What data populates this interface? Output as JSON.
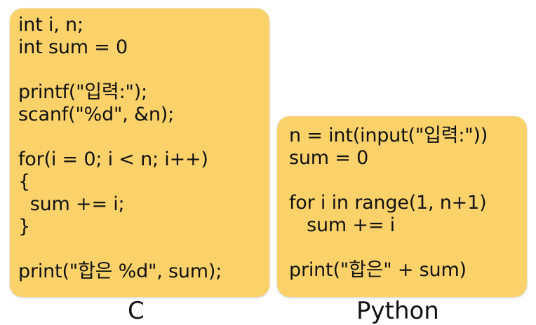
{
  "colors": {
    "panel_fill": "#fbd26a",
    "text": "#111111",
    "background": "#ffffff"
  },
  "c_panel": {
    "caption": "C",
    "lines": [
      "int i, n;",
      "int sum = 0",
      "",
      "printf(\"입력:\");",
      "scanf(\"%d\", &n);",
      "",
      "for(i = 0; i < n; i++)",
      "{",
      "  sum += i;",
      "}",
      "",
      "print(\"합은 %d\", sum);"
    ]
  },
  "python_panel": {
    "caption": "Python",
    "lines": [
      "n = int(input(\"입력:\"))",
      "sum = 0",
      "",
      "for i in range(1, n+1)",
      "   sum += i",
      "",
      "print(\"합은\" + sum)"
    ]
  }
}
